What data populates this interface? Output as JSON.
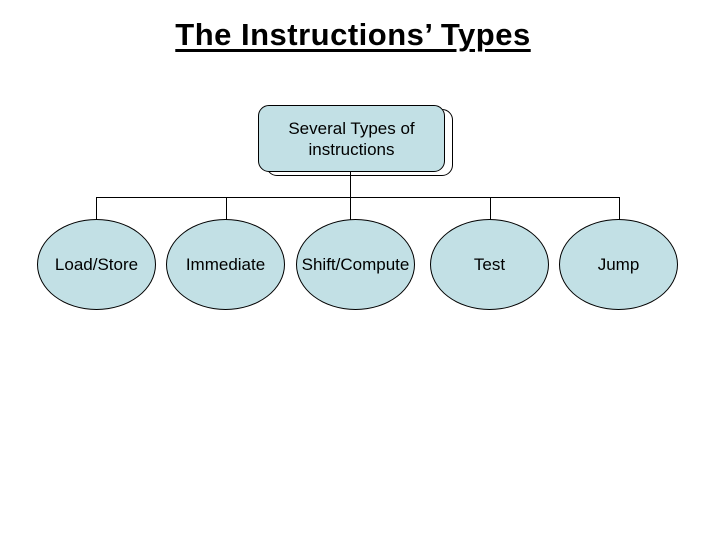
{
  "slide": {
    "title": "The Instructions’ Types"
  },
  "diagram": {
    "root_label": "Several Types of instructions",
    "nodes": [
      {
        "label": "Load/Store"
      },
      {
        "label": "Immediate"
      },
      {
        "label": "Shift/Compute"
      },
      {
        "label": "Test"
      },
      {
        "label": "Jump"
      }
    ]
  },
  "colors": {
    "background": "#ffffff",
    "shape_fill": "#c2e0e5",
    "shape_border": "#000000",
    "text": "#000000"
  }
}
